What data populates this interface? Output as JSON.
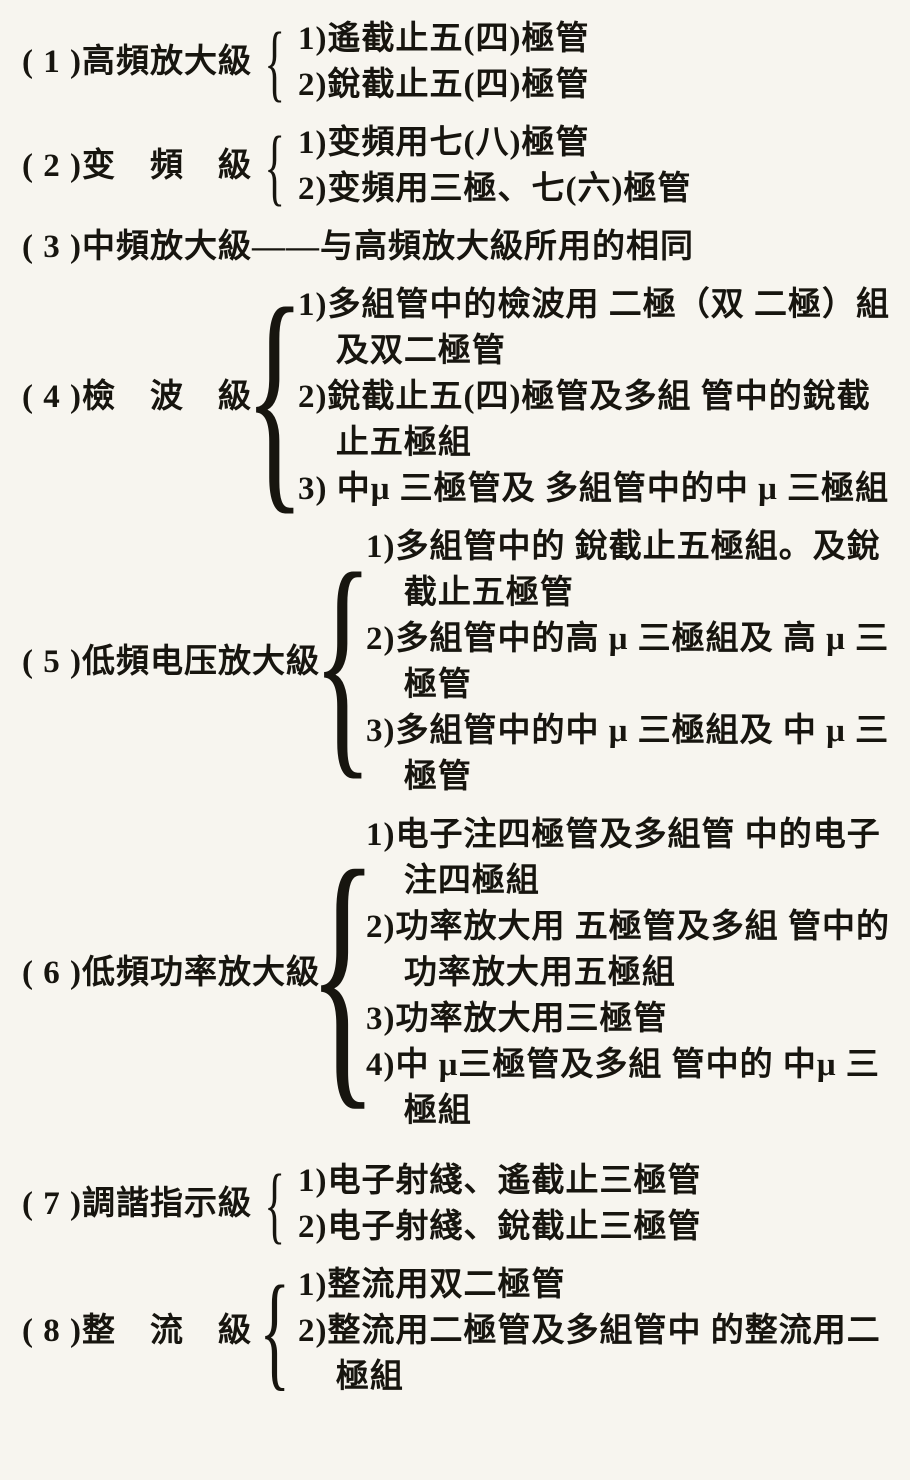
{
  "document": {
    "background_color": "#f7f5ef",
    "ink_color": "#17150f"
  },
  "glyphs": {
    "brace": "{"
  },
  "items": [
    {
      "number": "( 1 )",
      "label": "高頻放大級",
      "subitems": [
        "1)遙截止五(四)極管",
        "2)銳截止五(四)極管"
      ]
    },
    {
      "number": "( 2 )",
      "label": "变　頻　級",
      "subitems": [
        "1)变頻用七(八)極管",
        "2)变頻用三極、七(六)極管"
      ]
    },
    {
      "number": "( 3 )",
      "label": "中頻放大級",
      "dash_text": "——与高頻放大級所用的相同",
      "subitems": []
    },
    {
      "number": "( 4 )",
      "label": "檢　波　級",
      "subitems": [
        "1)多組管中的檢波用 二極（双 二極）組及双二極管",
        "2)銳截止五(四)極管及多組 管中的銳截止五極組",
        "3) 中μ 三極管及 多組管中的中 μ 三極組"
      ]
    },
    {
      "number": "( 5 )",
      "label": "低頻电压放大級",
      "subitems": [
        "1)多組管中的 銳截止五極組。及銳截止五極管",
        "2)多組管中的高 μ 三極組及 高 μ 三極管",
        "3)多組管中的中 μ 三極組及 中 μ 三極管"
      ]
    },
    {
      "number": "( 6 )",
      "label": "低頻功率放大級",
      "subitems": [
        "1)电子注四極管及多組管 中的电子注四極組",
        "2)功率放大用 五極管及多組 管中的功率放大用五極組",
        "3)功率放大用三極管",
        "4)中 μ三極管及多組 管中的 中μ 三極組"
      ]
    },
    {
      "number": "( 7 )",
      "label": "調諧指示級",
      "subitems": [
        "1)电子射綫、遙截止三極管",
        "2)电子射綫、銳截止三極管"
      ]
    },
    {
      "number": "( 8 )",
      "label": "整　流　級",
      "subitems": [
        "1)整流用双二極管",
        "2)整流用二極管及多組管中 的整流用二極組"
      ]
    }
  ]
}
